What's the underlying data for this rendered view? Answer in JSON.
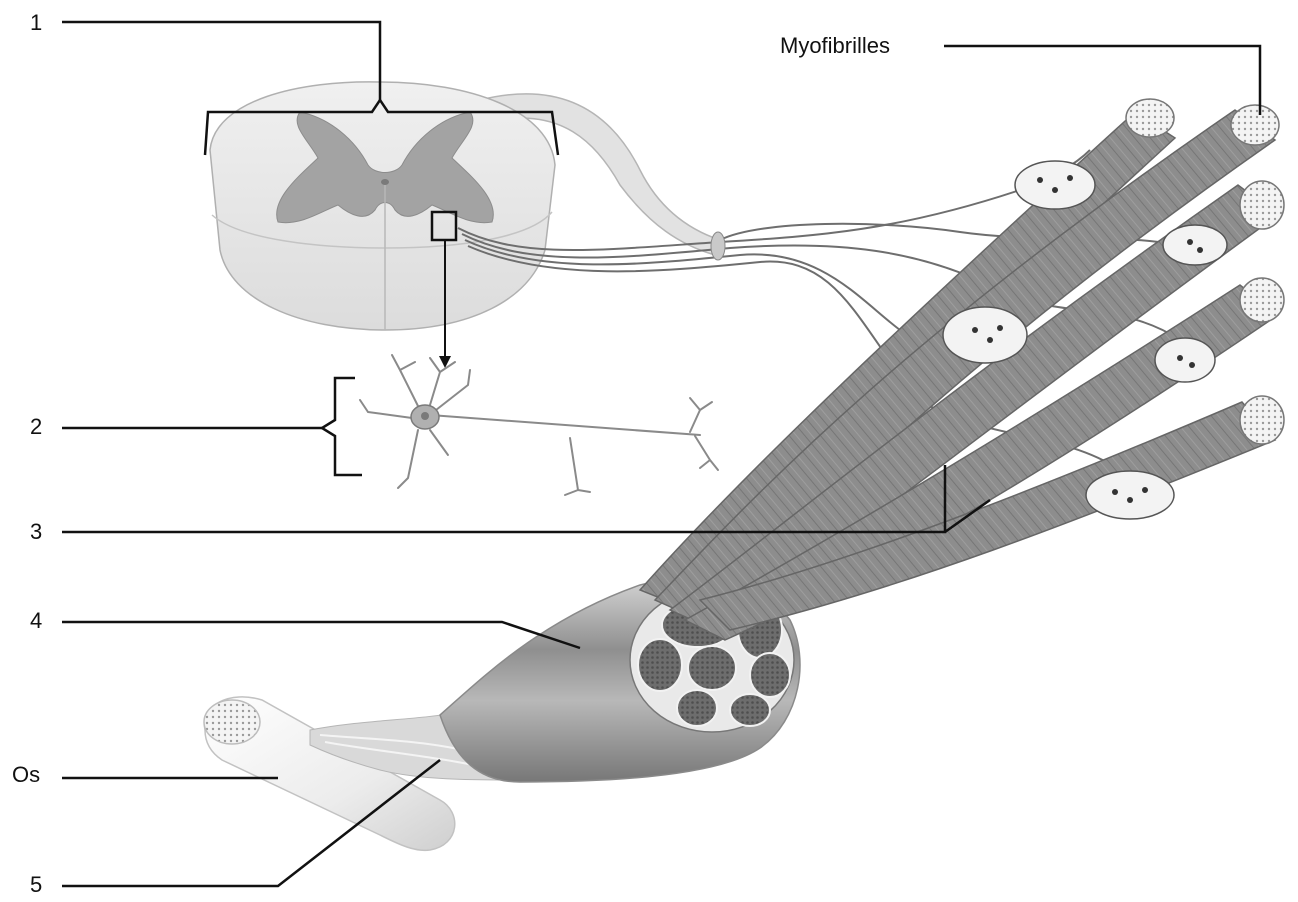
{
  "labels": {
    "n1": "1",
    "n2": "2",
    "n3": "3",
    "n4": "4",
    "os": "Os",
    "n5": "5",
    "myofibrilles": "Myofibrilles"
  },
  "colors": {
    "background": "#ffffff",
    "leader_line": "#111111",
    "fiber_fill": "#8c8c8c",
    "fiber_stripe": "#6f6f6f",
    "grey_matter": "#9a9a9a",
    "cord_fill": "#e6e6e6",
    "nerve": "#7a7a7a"
  }
}
